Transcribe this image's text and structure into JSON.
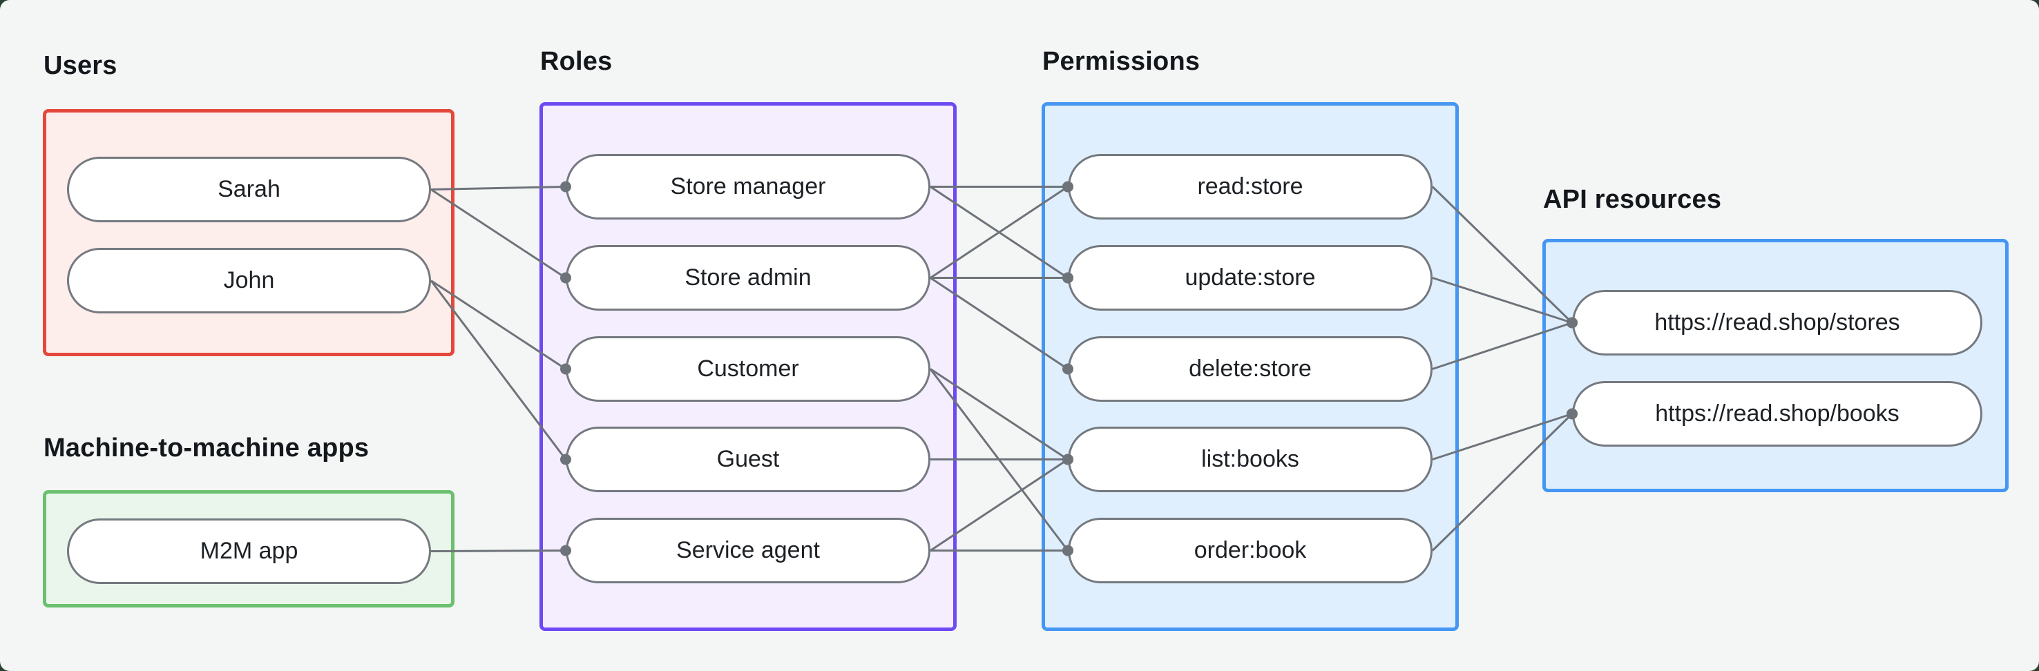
{
  "style": {
    "canvas_bg": "#f4f6f5",
    "outside_bg": "#2b4233",
    "connector_color": "#6e737a",
    "connector_width": 3,
    "dot_radius": 8,
    "pill_border": "#74797f",
    "pill_fill": "#ffffff",
    "text_color": "#1d2125",
    "label_color": "#14181c"
  },
  "groups": {
    "users": {
      "label": "Users",
      "border_color": "#e3483c",
      "fill_color": "#fdedeb"
    },
    "m2m": {
      "label": "Machine-to-machine apps",
      "border_color": "#6ac06e",
      "fill_color": "#eaf6eb"
    },
    "roles": {
      "label": "Roles",
      "border_color": "#6d4af4",
      "fill_color": "#f4eefe"
    },
    "permissions": {
      "label": "Permissions",
      "border_color": "#4696f3",
      "fill_color": "#e0effd"
    },
    "api": {
      "label": "API resources",
      "border_color": "#4696f3",
      "fill_color": "#dfeefd"
    }
  },
  "nodes": {
    "sarah": "Sarah",
    "john": "John",
    "m2m_app": "M2M app",
    "store_manager": "Store manager",
    "store_admin": "Store admin",
    "customer": "Customer",
    "guest": "Guest",
    "service_agent": "Service agent",
    "read_store": "read:store",
    "update_store": "update:store",
    "delete_store": "delete:store",
    "list_books": "list:books",
    "order_book": "order:book",
    "stores_api": "https://read.shop/stores",
    "books_api": "https://read.shop/books"
  },
  "edges": [
    {
      "from": "sarah",
      "to": "store_manager"
    },
    {
      "from": "sarah",
      "to": "store_admin"
    },
    {
      "from": "john",
      "to": "customer"
    },
    {
      "from": "john",
      "to": "guest"
    },
    {
      "from": "m2m_app",
      "to": "service_agent"
    },
    {
      "from": "store_manager",
      "to": "read_store"
    },
    {
      "from": "store_manager",
      "to": "update_store"
    },
    {
      "from": "store_admin",
      "to": "read_store"
    },
    {
      "from": "store_admin",
      "to": "update_store"
    },
    {
      "from": "store_admin",
      "to": "delete_store"
    },
    {
      "from": "customer",
      "to": "list_books"
    },
    {
      "from": "customer",
      "to": "order_book"
    },
    {
      "from": "guest",
      "to": "list_books"
    },
    {
      "from": "service_agent",
      "to": "list_books"
    },
    {
      "from": "service_agent",
      "to": "order_book"
    },
    {
      "from": "read_store",
      "to": "stores_api"
    },
    {
      "from": "update_store",
      "to": "stores_api"
    },
    {
      "from": "delete_store",
      "to": "stores_api"
    },
    {
      "from": "list_books",
      "to": "books_api"
    },
    {
      "from": "order_book",
      "to": "books_api"
    }
  ]
}
